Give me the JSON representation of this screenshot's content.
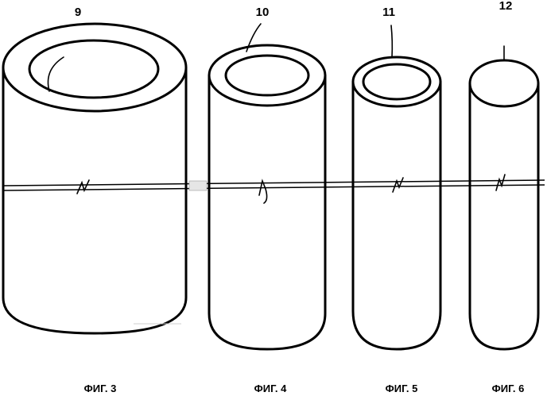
{
  "figures": [
    {
      "ref": "9",
      "caption": "ФИГ. 3"
    },
    {
      "ref": "10",
      "caption": "ФИГ. 4"
    },
    {
      "ref": "11",
      "caption": "ФИГ. 5"
    },
    {
      "ref": "12",
      "caption": "ФИГ. 6"
    }
  ]
}
